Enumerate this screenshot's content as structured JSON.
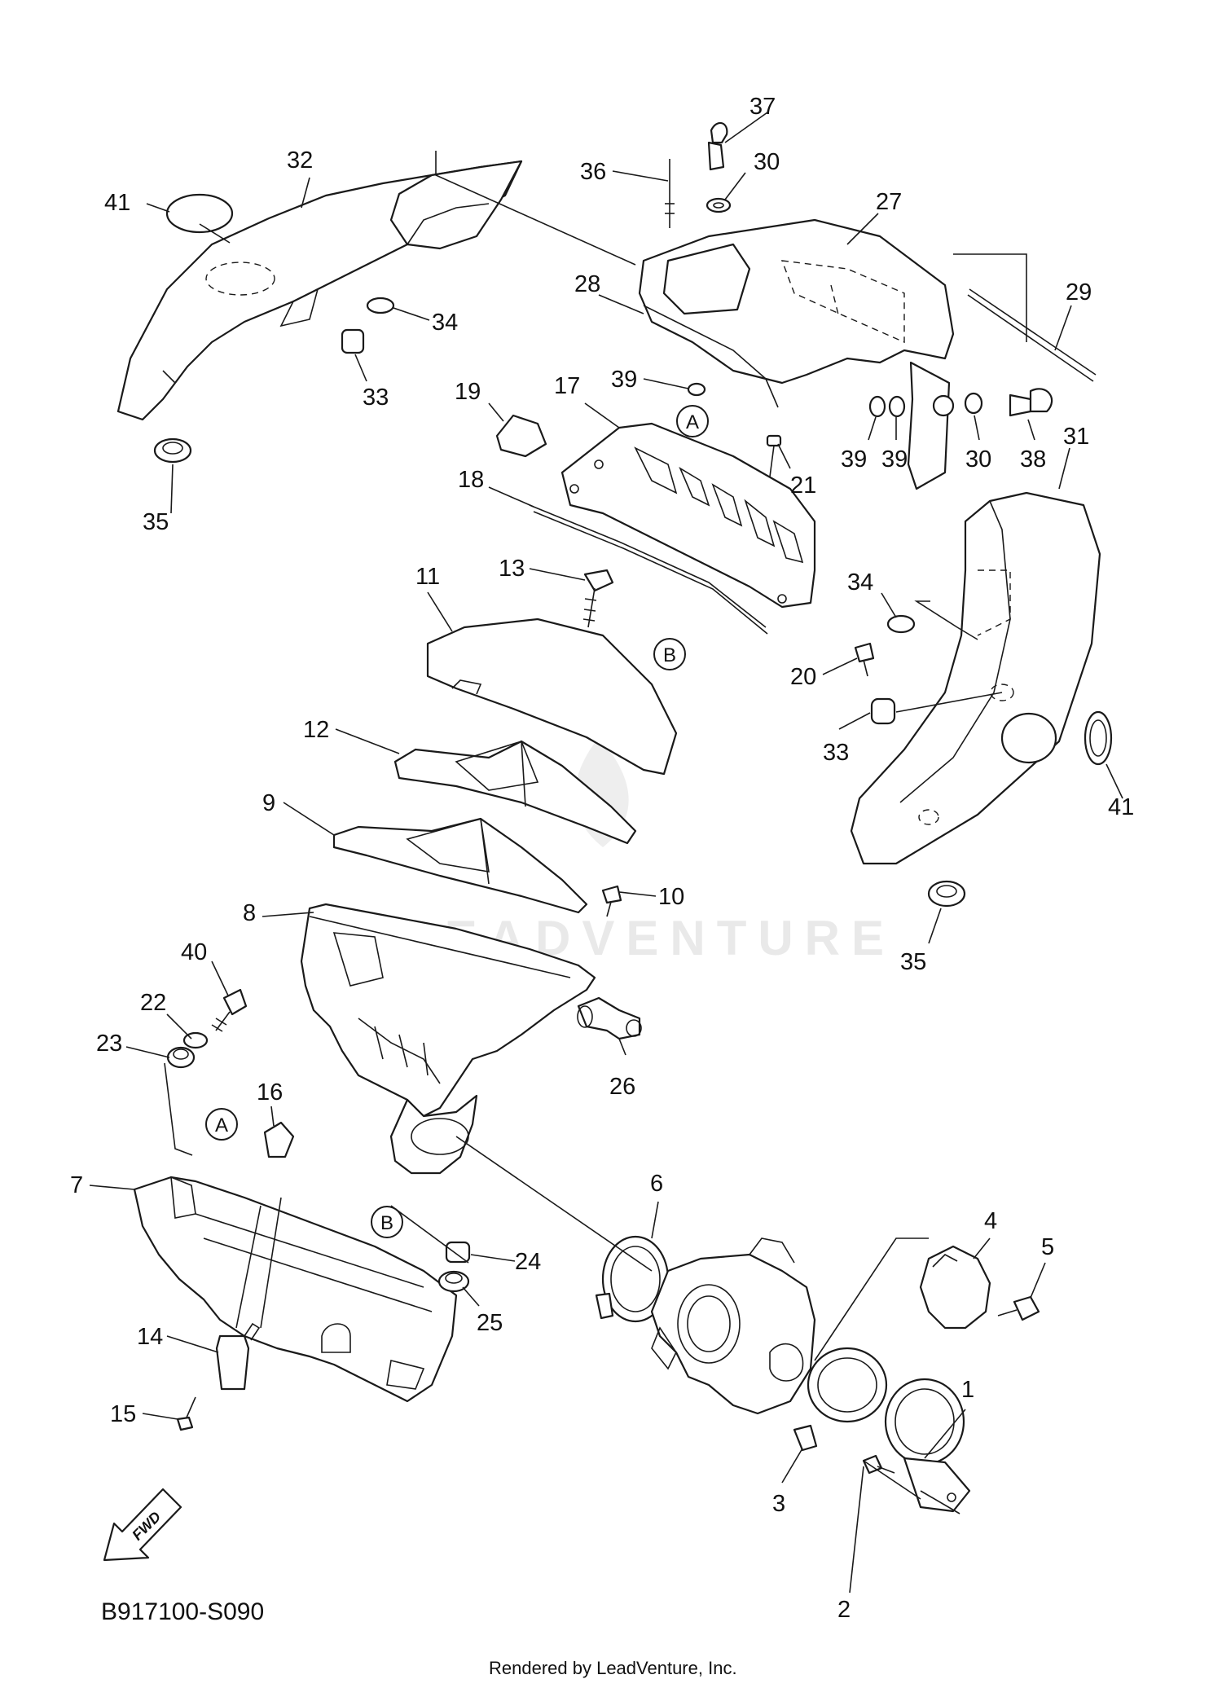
{
  "diagram": {
    "callouts": [
      "1",
      "2",
      "3",
      "4",
      "5",
      "6",
      "7",
      "8",
      "9",
      "10",
      "11",
      "12",
      "13",
      "14",
      "15",
      "16",
      "17",
      "18",
      "19",
      "20",
      "21",
      "22",
      "23",
      "24",
      "25",
      "26",
      "27",
      "28",
      "29",
      "30",
      "31",
      "32",
      "33",
      "34",
      "35",
      "36",
      "37",
      "38",
      "39",
      "40",
      "41"
    ],
    "references": [
      "A",
      "B"
    ],
    "watermark": "LEADVENTURE",
    "fwd_label": "FWD",
    "diagram_code": "B917100-S090",
    "credit": "Rendered by LeadVenture, Inc."
  }
}
